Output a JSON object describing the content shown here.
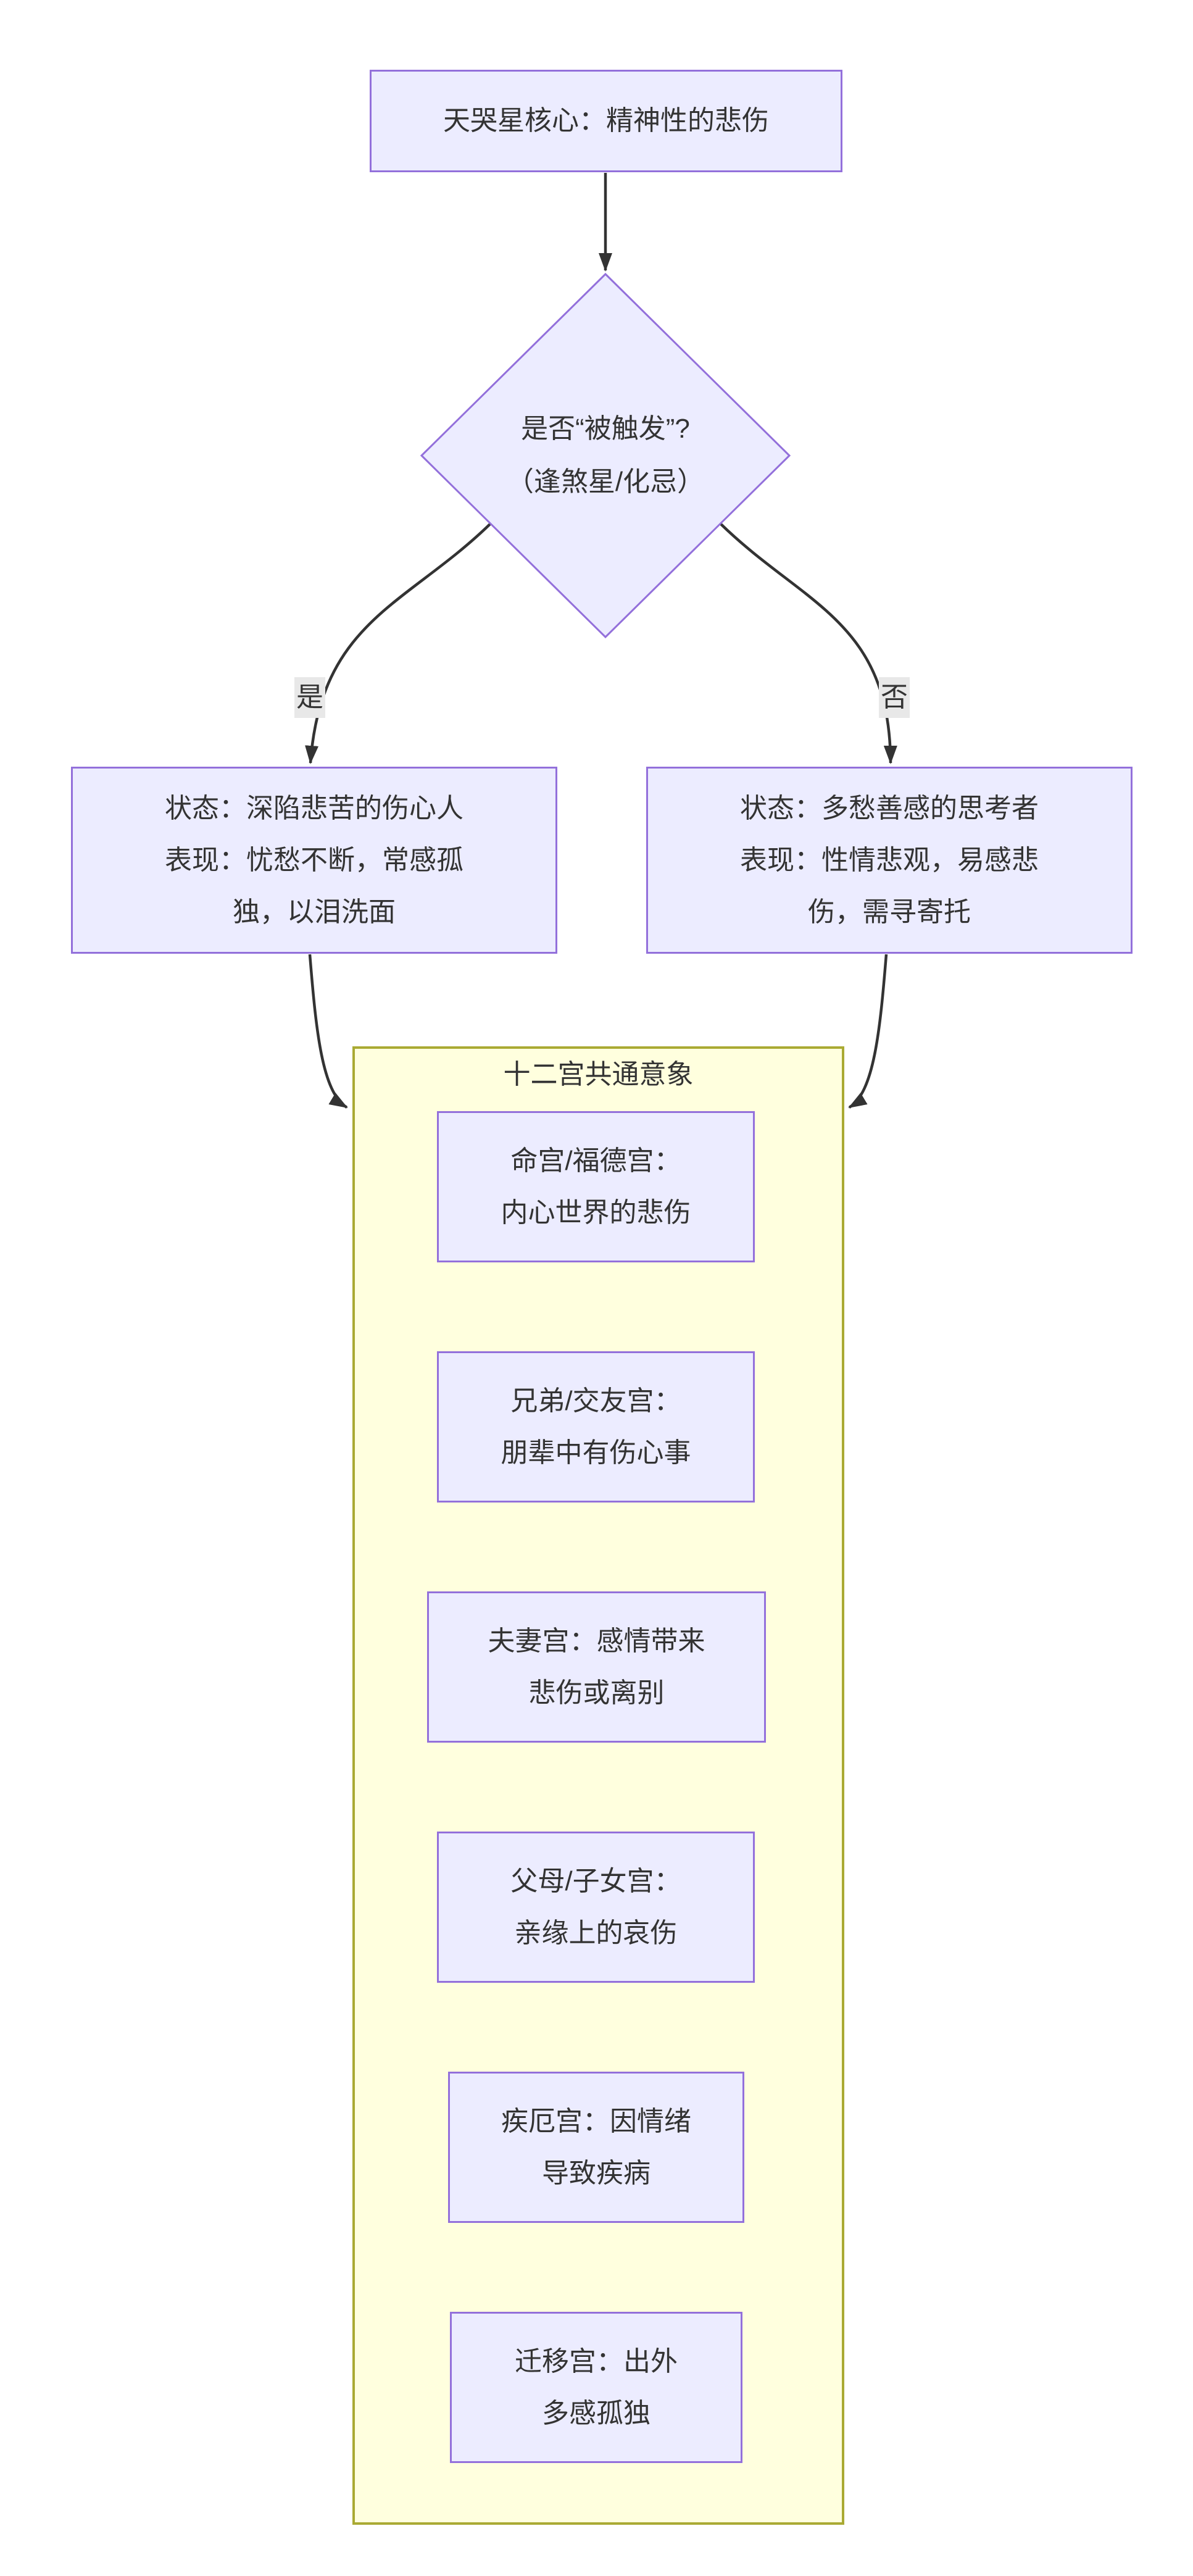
{
  "diagram": {
    "type": "flowchart",
    "direction": "top-down",
    "colors": {
      "background": "#FFFFFF",
      "node_fill": "#ECECFF",
      "node_border": "#9370DB",
      "subgraph_fill": "#FFFFDE",
      "subgraph_border": "#AAAA33",
      "edge": "#333333",
      "text": "#333333",
      "edge_label_bg": "#E8E8E8"
    },
    "nodes": {
      "root": {
        "label": "天哭星核心：精神性的悲伤"
      },
      "decision": {
        "lines": [
          "是否“被触发”?",
          "（逢煞星/化忌）"
        ]
      },
      "triggered": {
        "lines": [
          "状态：深陷悲苦的伤心人",
          "表现：忧愁不断，常感孤",
          "独，以泪洗面"
        ]
      },
      "untriggered": {
        "lines": [
          "状态：多愁善感的思考者",
          "表现：性情悲观，易感悲",
          "伤，需寻寄托"
        ]
      }
    },
    "edge_labels": {
      "yes": "是",
      "no": "否"
    },
    "subgraph": {
      "title": "十二宫共通意象",
      "palaces": [
        {
          "lines": [
            "命宫/福德宫：",
            "内心世界的悲伤"
          ]
        },
        {
          "lines": [
            "兄弟/交友宫：",
            "朋辈中有伤心事"
          ]
        },
        {
          "lines": [
            "夫妻宫：感情带来",
            "悲伤或离别"
          ]
        },
        {
          "lines": [
            "父母/子女宫：",
            "亲缘上的哀伤"
          ]
        },
        {
          "lines": [
            "疾厄宫：因情绪",
            "导致疾病"
          ]
        },
        {
          "lines": [
            "迁移宫：出外",
            "多感孤独"
          ]
        }
      ]
    }
  }
}
